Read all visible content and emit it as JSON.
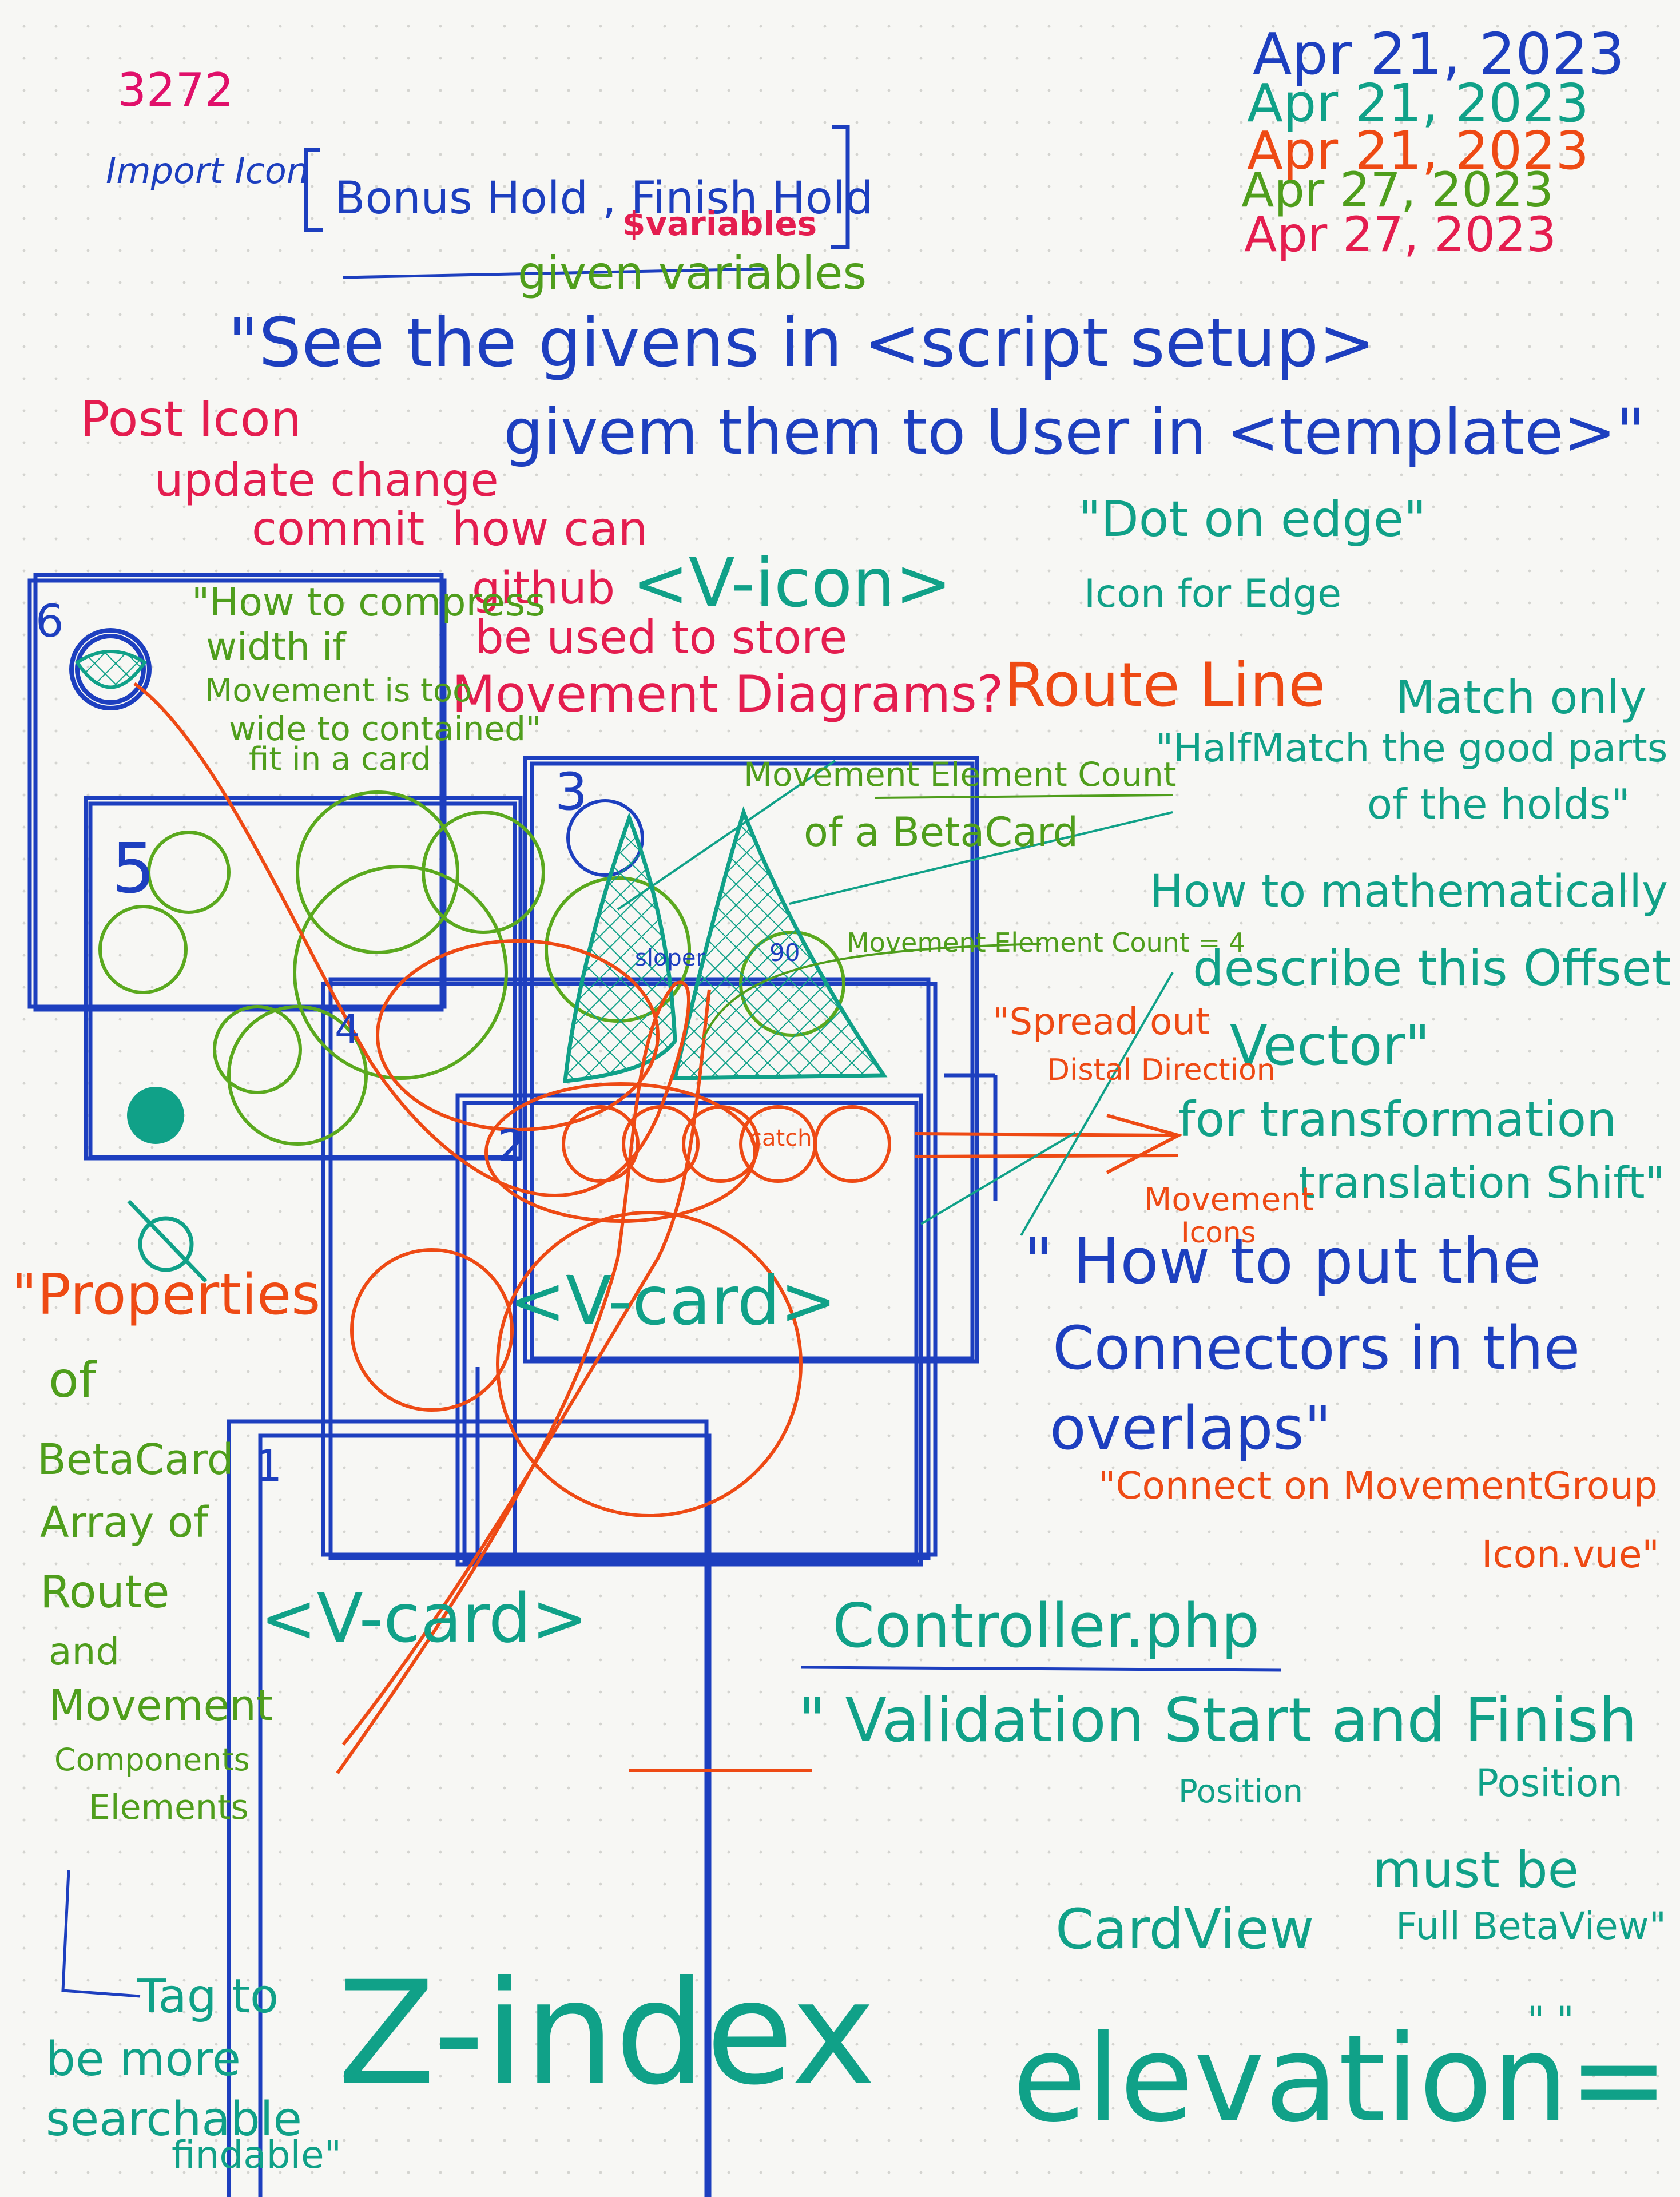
{
  "colors": {
    "blue": "#1d3fbf",
    "green": "#4f9e1c",
    "teal": "#10a188",
    "orange": "#ee4a14",
    "red": "#e41d4f",
    "magenta": "#e0106a"
  },
  "header": {
    "number": "3272",
    "import_icon_label": "Import Icon",
    "bonus_finish": "Bonus Hold , Finish Hold",
    "variables_label": "$variables",
    "given_variables": "given variables",
    "quote_line1": "\"See the givens in <script setup>",
    "quote_line2": "givem them to User in <template>\""
  },
  "dates": [
    "Apr 21, 2023",
    "Apr 21, 2023",
    "Apr 21, 2023",
    "Apr 27, 2023",
    "Apr 27, 2023"
  ],
  "post_icon": {
    "line1": "Post Icon",
    "line2": "update change",
    "line3": "commit"
  },
  "github_question": {
    "line1": "how can",
    "line2": "github",
    "line3": "be used to store",
    "line4": "Movement Diagrams?"
  },
  "v_icon": "<V-icon>",
  "dot_on_edge": {
    "line1": "\"Dot on edge\"",
    "line2": "Icon for Edge"
  },
  "route_line": "Route Line",
  "half_match": {
    "match_only": "Match only",
    "line1": "\"HalfMatch the good parts",
    "line2": "of the holds\""
  },
  "compress_note": {
    "line1": "\"How to compress",
    "line2": "width if",
    "line3": "Movement is too",
    "line4": "wide to contained\"",
    "line5": "fit in a card"
  },
  "card_numbers": [
    "6",
    "5",
    "3",
    "4",
    "2",
    "1"
  ],
  "movement_count": {
    "line1": "Movement Element Count",
    "line2": "of a BetaCard",
    "count4": "Movement Element Count = 4"
  },
  "hold_labels": {
    "sloper": "sloper",
    "angle": "90",
    "catch": "catch"
  },
  "offset_note": {
    "line1": "How to mathematically",
    "line2": "describe this Offset",
    "line3": "Vector\""
  },
  "spread_note": {
    "line1": "\"Spread out",
    "line2": "Distal Direction"
  },
  "transformation": {
    "line1": "for transformation",
    "line2": "translation Shift\""
  },
  "movement_icons": {
    "line1": "Movement",
    "line2": "Icons"
  },
  "connectors_note": {
    "line1": "\" How to put the",
    "line2": "Connectors in the",
    "line3": "overlaps\""
  },
  "connect_note": {
    "line1": "\"Connect on MovementGroup",
    "line2": "Icon.vue\""
  },
  "v_card_1": "<V-card>",
  "v_card_2": "<V-card>",
  "properties_note": {
    "line1": "\"Properties",
    "line2": "of",
    "line3": "BetaCard",
    "line4": "Array of",
    "line5": "Route",
    "line6": "and",
    "line7": "Movement",
    "line8": "Components",
    "line9": "Elements"
  },
  "controller": {
    "title": "Controller.php",
    "line1": "\" Validation Start and Finish",
    "start_position": "Position",
    "finish_position": "Position"
  },
  "card_view": {
    "must_be": "must be",
    "card_view": "CardView",
    "full_beta_view": "Full BetaView\"",
    "quotes": "\"       \""
  },
  "tag_note": {
    "line1": "Tag to",
    "line2": "be more",
    "line3": "searchable",
    "line4": "findable\""
  },
  "bottom": {
    "z_index": "Z-index",
    "elevation": "elevation="
  }
}
